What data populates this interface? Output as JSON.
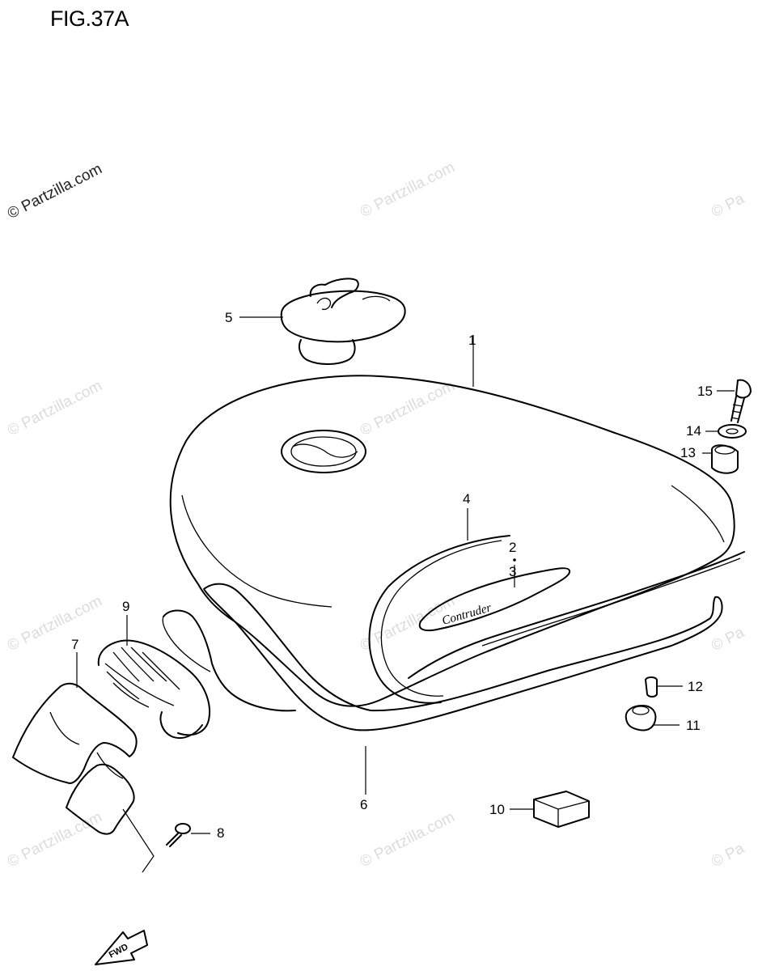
{
  "figure": {
    "title": "FIG.37A",
    "front_arrow_label": "FWD"
  },
  "watermarks": [
    {
      "text": "© Partzilla.com",
      "style": "dark"
    },
    {
      "text": "© Partzilla.com",
      "style": "light"
    },
    {
      "text": "© Pa",
      "style": "light"
    },
    {
      "text": "© Partzilla.com",
      "style": "light"
    },
    {
      "text": "© Partzilla.com",
      "style": "light"
    },
    {
      "text": "© Partzilla.com",
      "style": "light"
    },
    {
      "text": "© Partzilla.com",
      "style": "light"
    },
    {
      "text": "© Pa",
      "style": "light"
    },
    {
      "text": "© Partzilla.com",
      "style": "light"
    },
    {
      "text": "© Partzilla.com",
      "style": "light"
    },
    {
      "text": "© Pa",
      "style": "light"
    }
  ],
  "tank_emblem_text": "Contruder",
  "callouts": [
    {
      "id": "1",
      "label": "1"
    },
    {
      "id": "2",
      "label": "2"
    },
    {
      "id": "3",
      "label": "3"
    },
    {
      "id": "4",
      "label": "4"
    },
    {
      "id": "5",
      "label": "5"
    },
    {
      "id": "6",
      "label": "6"
    },
    {
      "id": "7",
      "label": "7"
    },
    {
      "id": "8",
      "label": "8"
    },
    {
      "id": "9",
      "label": "9"
    },
    {
      "id": "10",
      "label": "10"
    },
    {
      "id": "11",
      "label": "11"
    },
    {
      "id": "12",
      "label": "12"
    },
    {
      "id": "13",
      "label": "13"
    },
    {
      "id": "14",
      "label": "14"
    },
    {
      "id": "15",
      "label": "15"
    }
  ]
}
